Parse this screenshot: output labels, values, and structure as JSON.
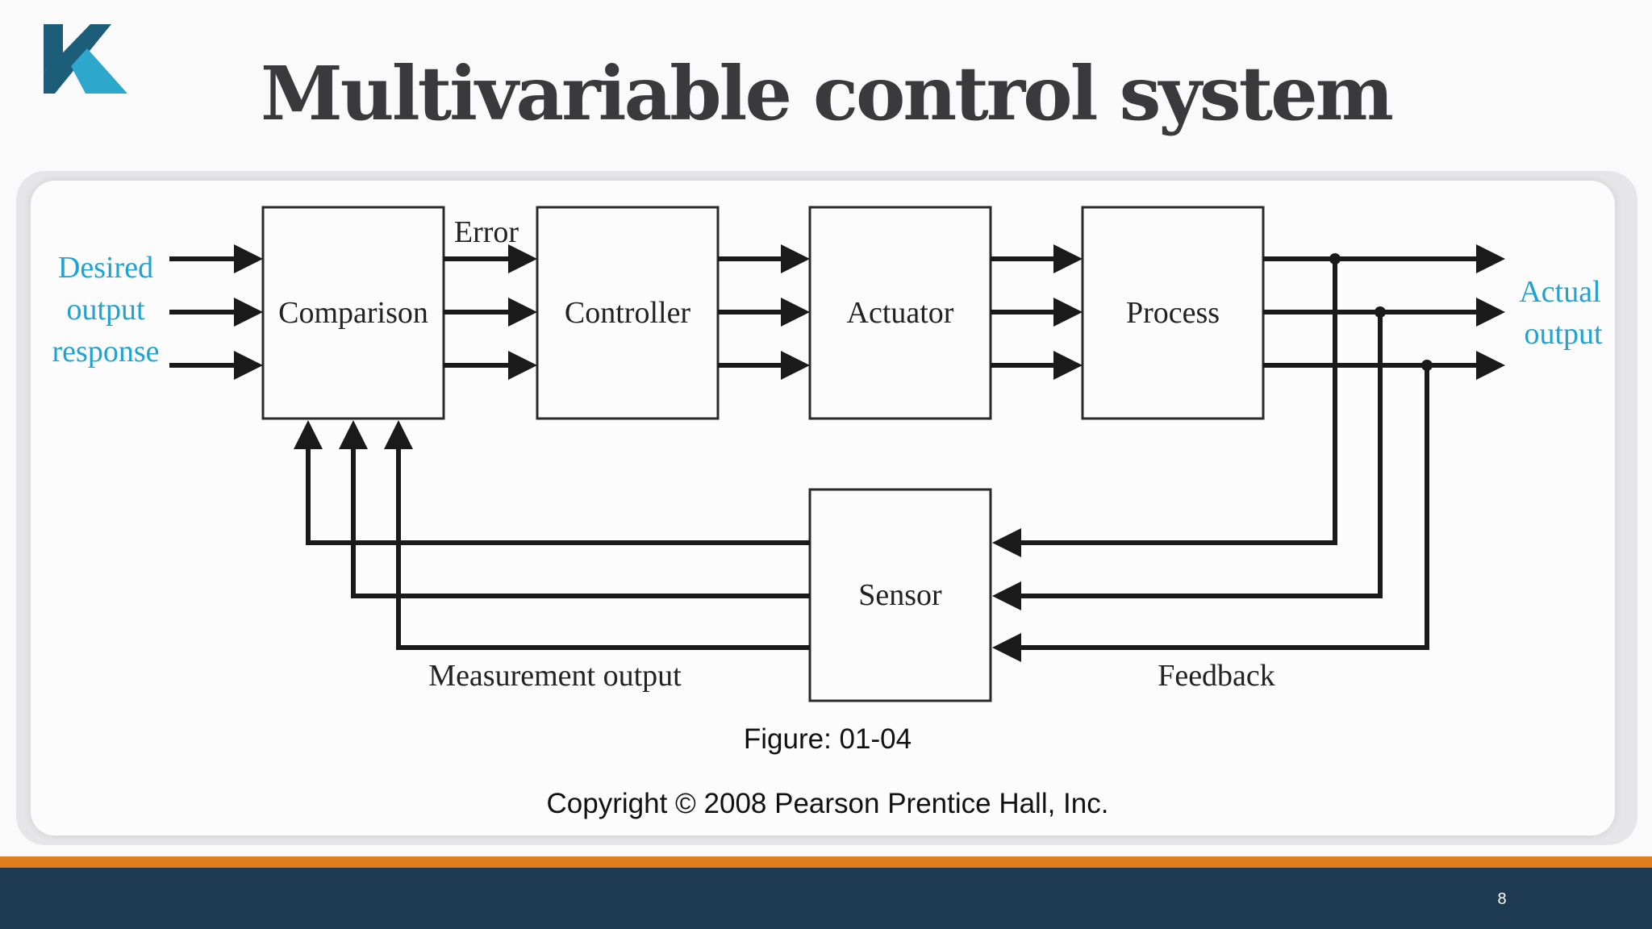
{
  "slide": {
    "title": "Multivariable control system",
    "page_number": "8"
  },
  "colors": {
    "title": "#3a3a3c",
    "logo_dark": "#1c5d7a",
    "logo_light": "#2ea7cc",
    "input_output_labels": "#1fa3d0",
    "accent_bar": "#e07d1c",
    "footer_bar": "#1e3a52"
  },
  "logo": {
    "icon": "k-letter-logo"
  },
  "diagram": {
    "input_label_lines": [
      "Desired",
      "output",
      "response"
    ],
    "output_label_lines": [
      "Actual",
      "output"
    ],
    "blocks": {
      "comparison": "Comparison",
      "controller": "Controller",
      "actuator": "Actuator",
      "process": "Process",
      "sensor": "Sensor"
    },
    "edge_labels": {
      "error": "Error",
      "measurement_output": "Measurement output",
      "feedback": "Feedback"
    },
    "caption": "Figure: 01-04",
    "copyright": "Copyright © 2008 Pearson Prentice Hall, Inc."
  }
}
